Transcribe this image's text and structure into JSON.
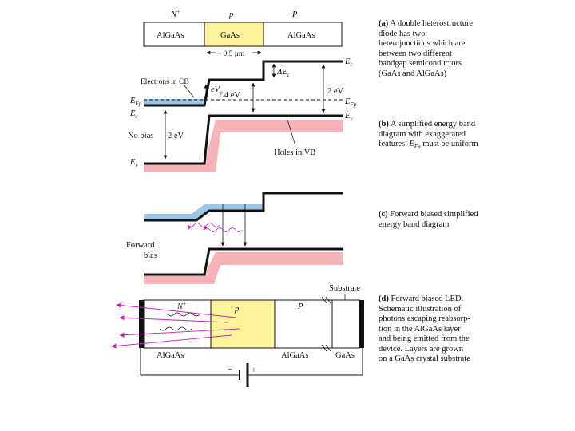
{
  "layers_top": {
    "n": "N",
    "n_sup": "+",
    "p": "p",
    "P": "P",
    "n_material": "AlGaAs",
    "p_material": "GaAs",
    "P_material": "AlGaAs",
    "width": "~ 0.5 μm"
  },
  "band_b": {
    "electrons": "Electrons in CB",
    "efp": "E",
    "efp_sub": "Fp",
    "ec_left": "E",
    "ec_left_sub": "c",
    "nobias": "No bias",
    "twoev_left": "2 eV",
    "ev_left": "E",
    "ev_left_sub": "v",
    "evo": "eV",
    "evo_sub": "o",
    "onefour": "1.4 eV",
    "delta_ec": "ΔE",
    "delta_ec_sub": "c",
    "ec_right": "E",
    "ec_right_sub": "c",
    "twoev_right": "2 eV",
    "efp_right": "E",
    "efp_right_sub": "Fp",
    "ev_right": "E",
    "ev_right_sub": "v",
    "holes": "Holes in VB"
  },
  "band_c": {
    "forward": "Forward",
    "bias": "bias"
  },
  "device_d": {
    "substrate": "Substrate",
    "n": "N",
    "n_sup": "+",
    "p": "p",
    "P": "P",
    "algaas_left": "AlGaAs",
    "algaas_right": "AlGaAs",
    "gaas": "GaAs",
    "minus": "−",
    "plus": "+"
  },
  "captions": {
    "a": {
      "tag": "(a)",
      "lines": [
        "A double heterostructure",
        "diode has two",
        "heterojunctions which are",
        "between two different",
        "bandgap semiconductors",
        "(GaAs and AlGaAs)"
      ]
    },
    "b": {
      "tag": "(b)",
      "lines": [
        "A simplified energy band",
        "diagram with exaggerated",
        "features.",
        "must be uniform"
      ],
      "efp": "E",
      "efp_sub": "Fp"
    },
    "c": {
      "tag": "(c)",
      "lines": [
        "Forward biased simplified",
        "energy band diagram"
      ]
    },
    "d": {
      "tag": "(d)",
      "lines": [
        "Forward biased LED.",
        "Schematic illustration of",
        "photons escaping reabsorp-",
        "tion in the AlGaAs layer",
        "and being emitted from the",
        "device. Layers are grown",
        "on a GaAs crystal substrate"
      ]
    }
  },
  "colors": {
    "gaas_yellow": "#fbf49a",
    "electron_blue": "#9cc6e6",
    "hole_pink": "#f7b3b8",
    "photon_magenta": "#cc1fb4"
  }
}
